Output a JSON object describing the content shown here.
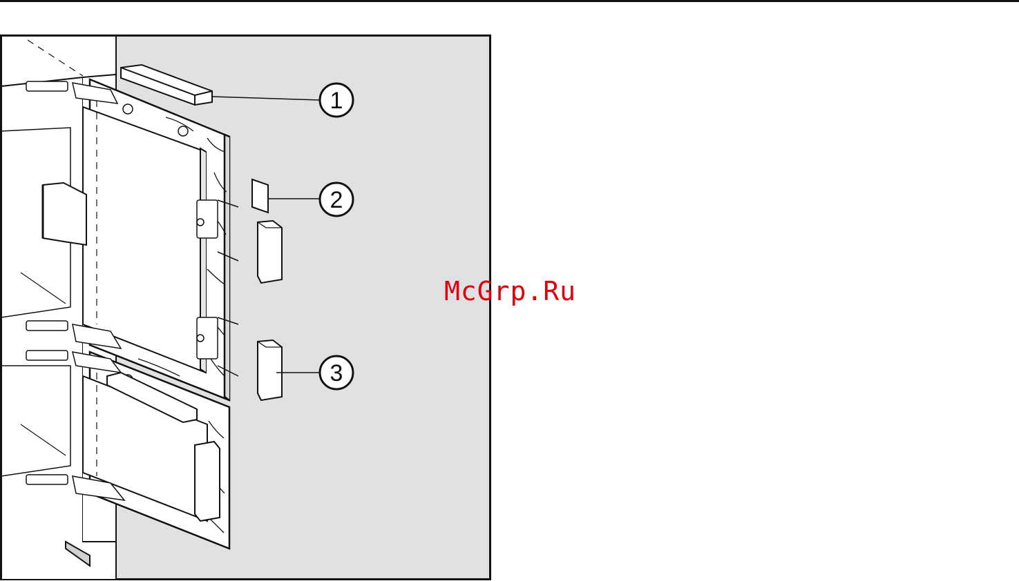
{
  "page": {
    "background_color": "#ffffff",
    "figure_background": "#e0e1e3",
    "line_color": "#111111"
  },
  "callouts": [
    {
      "id": "1",
      "label": "1"
    },
    {
      "id": "2",
      "label": "2"
    },
    {
      "id": "3",
      "label": "3"
    }
  ],
  "watermark": {
    "text": "McGrp.Ru",
    "color": "#e0000c"
  }
}
